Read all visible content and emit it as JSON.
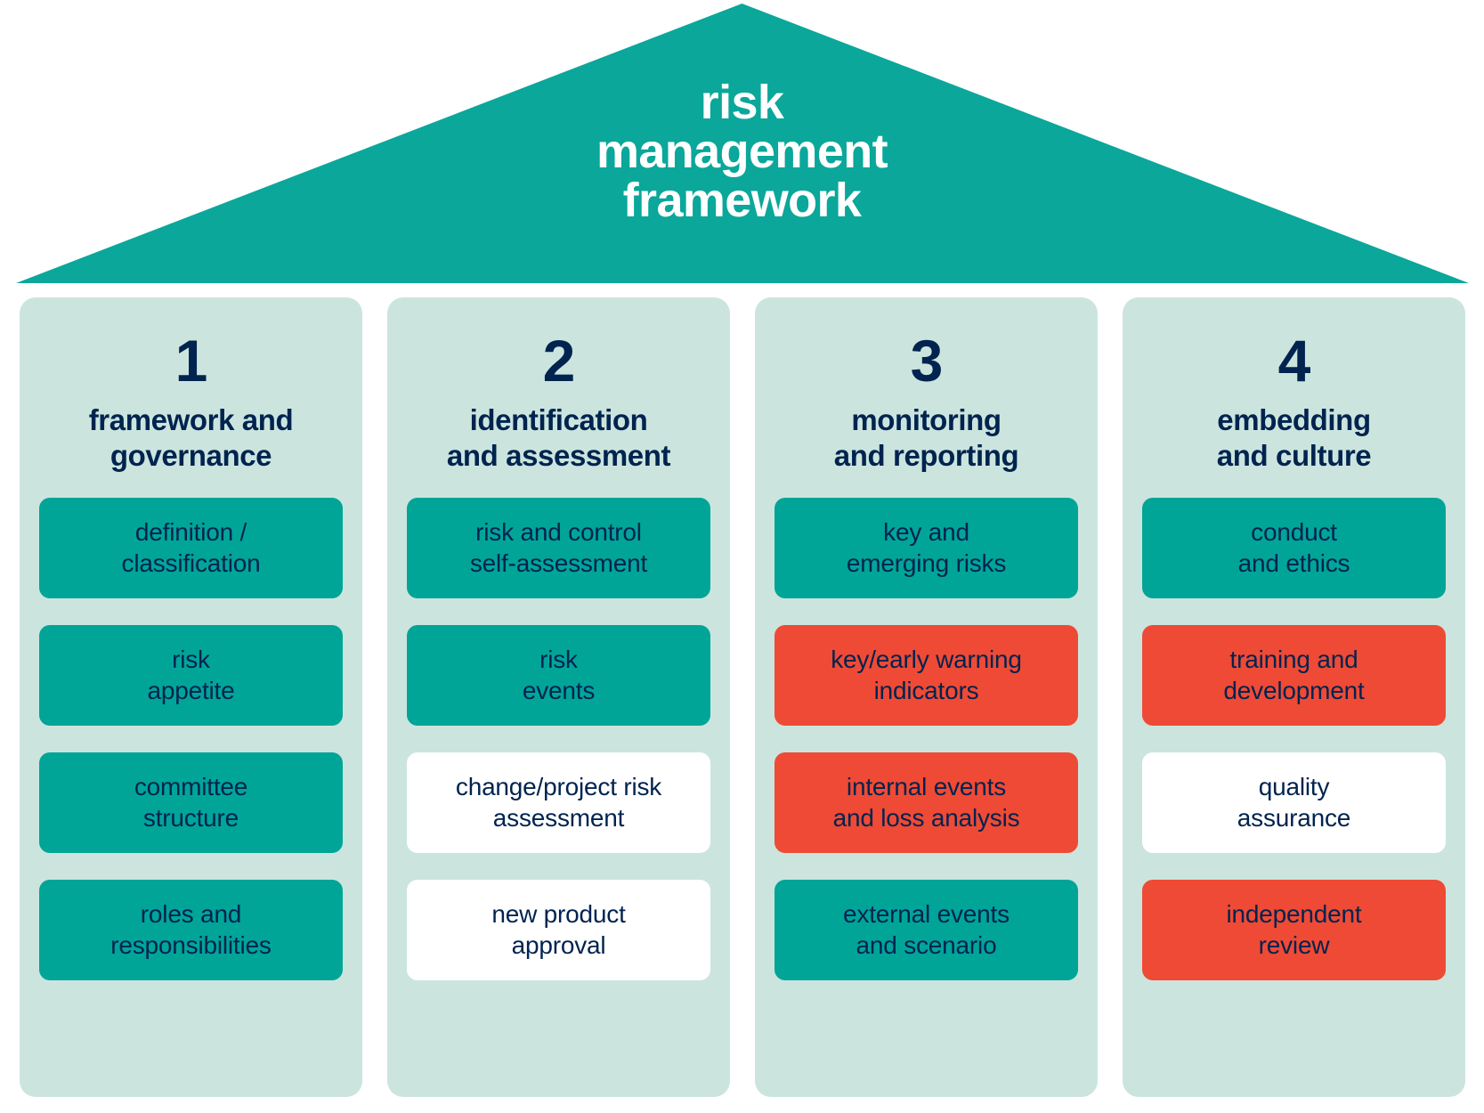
{
  "colors": {
    "roof_teal": "#0aa79a",
    "panel_light": "#cbe5de",
    "box_teal": "#00a598",
    "box_red": "#ef4a35",
    "box_white": "#ffffff",
    "navy_text": "#00234f",
    "roof_text": "#ffffff",
    "page_background": "#ffffff"
  },
  "roof": {
    "title_line1": "risk",
    "title_line2": "management",
    "title_line3": "framework"
  },
  "pillars": [
    {
      "number": "1",
      "title": "framework and\ngovernance",
      "items": [
        {
          "label": "definition /\nclassification",
          "style": "teal"
        },
        {
          "label": "risk\nappetite",
          "style": "teal"
        },
        {
          "label": "committee\nstructure",
          "style": "teal"
        },
        {
          "label": "roles and\nresponsibilities",
          "style": "teal"
        }
      ]
    },
    {
      "number": "2",
      "title": "identification\nand assessment",
      "items": [
        {
          "label": "risk and control\nself-assessment",
          "style": "teal"
        },
        {
          "label": "risk\nevents",
          "style": "teal"
        },
        {
          "label": "change/project risk\nassessment",
          "style": "white"
        },
        {
          "label": "new product\napproval",
          "style": "white"
        }
      ]
    },
    {
      "number": "3",
      "title": "monitoring\nand reporting",
      "items": [
        {
          "label": "key and\nemerging risks",
          "style": "teal"
        },
        {
          "label": "key/early warning\nindicators",
          "style": "red"
        },
        {
          "label": "internal events\nand loss analysis",
          "style": "red"
        },
        {
          "label": "external events\nand scenario",
          "style": "teal"
        }
      ]
    },
    {
      "number": "4",
      "title": "embedding\nand culture",
      "items": [
        {
          "label": "conduct\nand ethics",
          "style": "teal"
        },
        {
          "label": "training and\ndevelopment",
          "style": "red"
        },
        {
          "label": "quality\nassurance",
          "style": "white"
        },
        {
          "label": "independent\nreview",
          "style": "red"
        }
      ]
    }
  ]
}
